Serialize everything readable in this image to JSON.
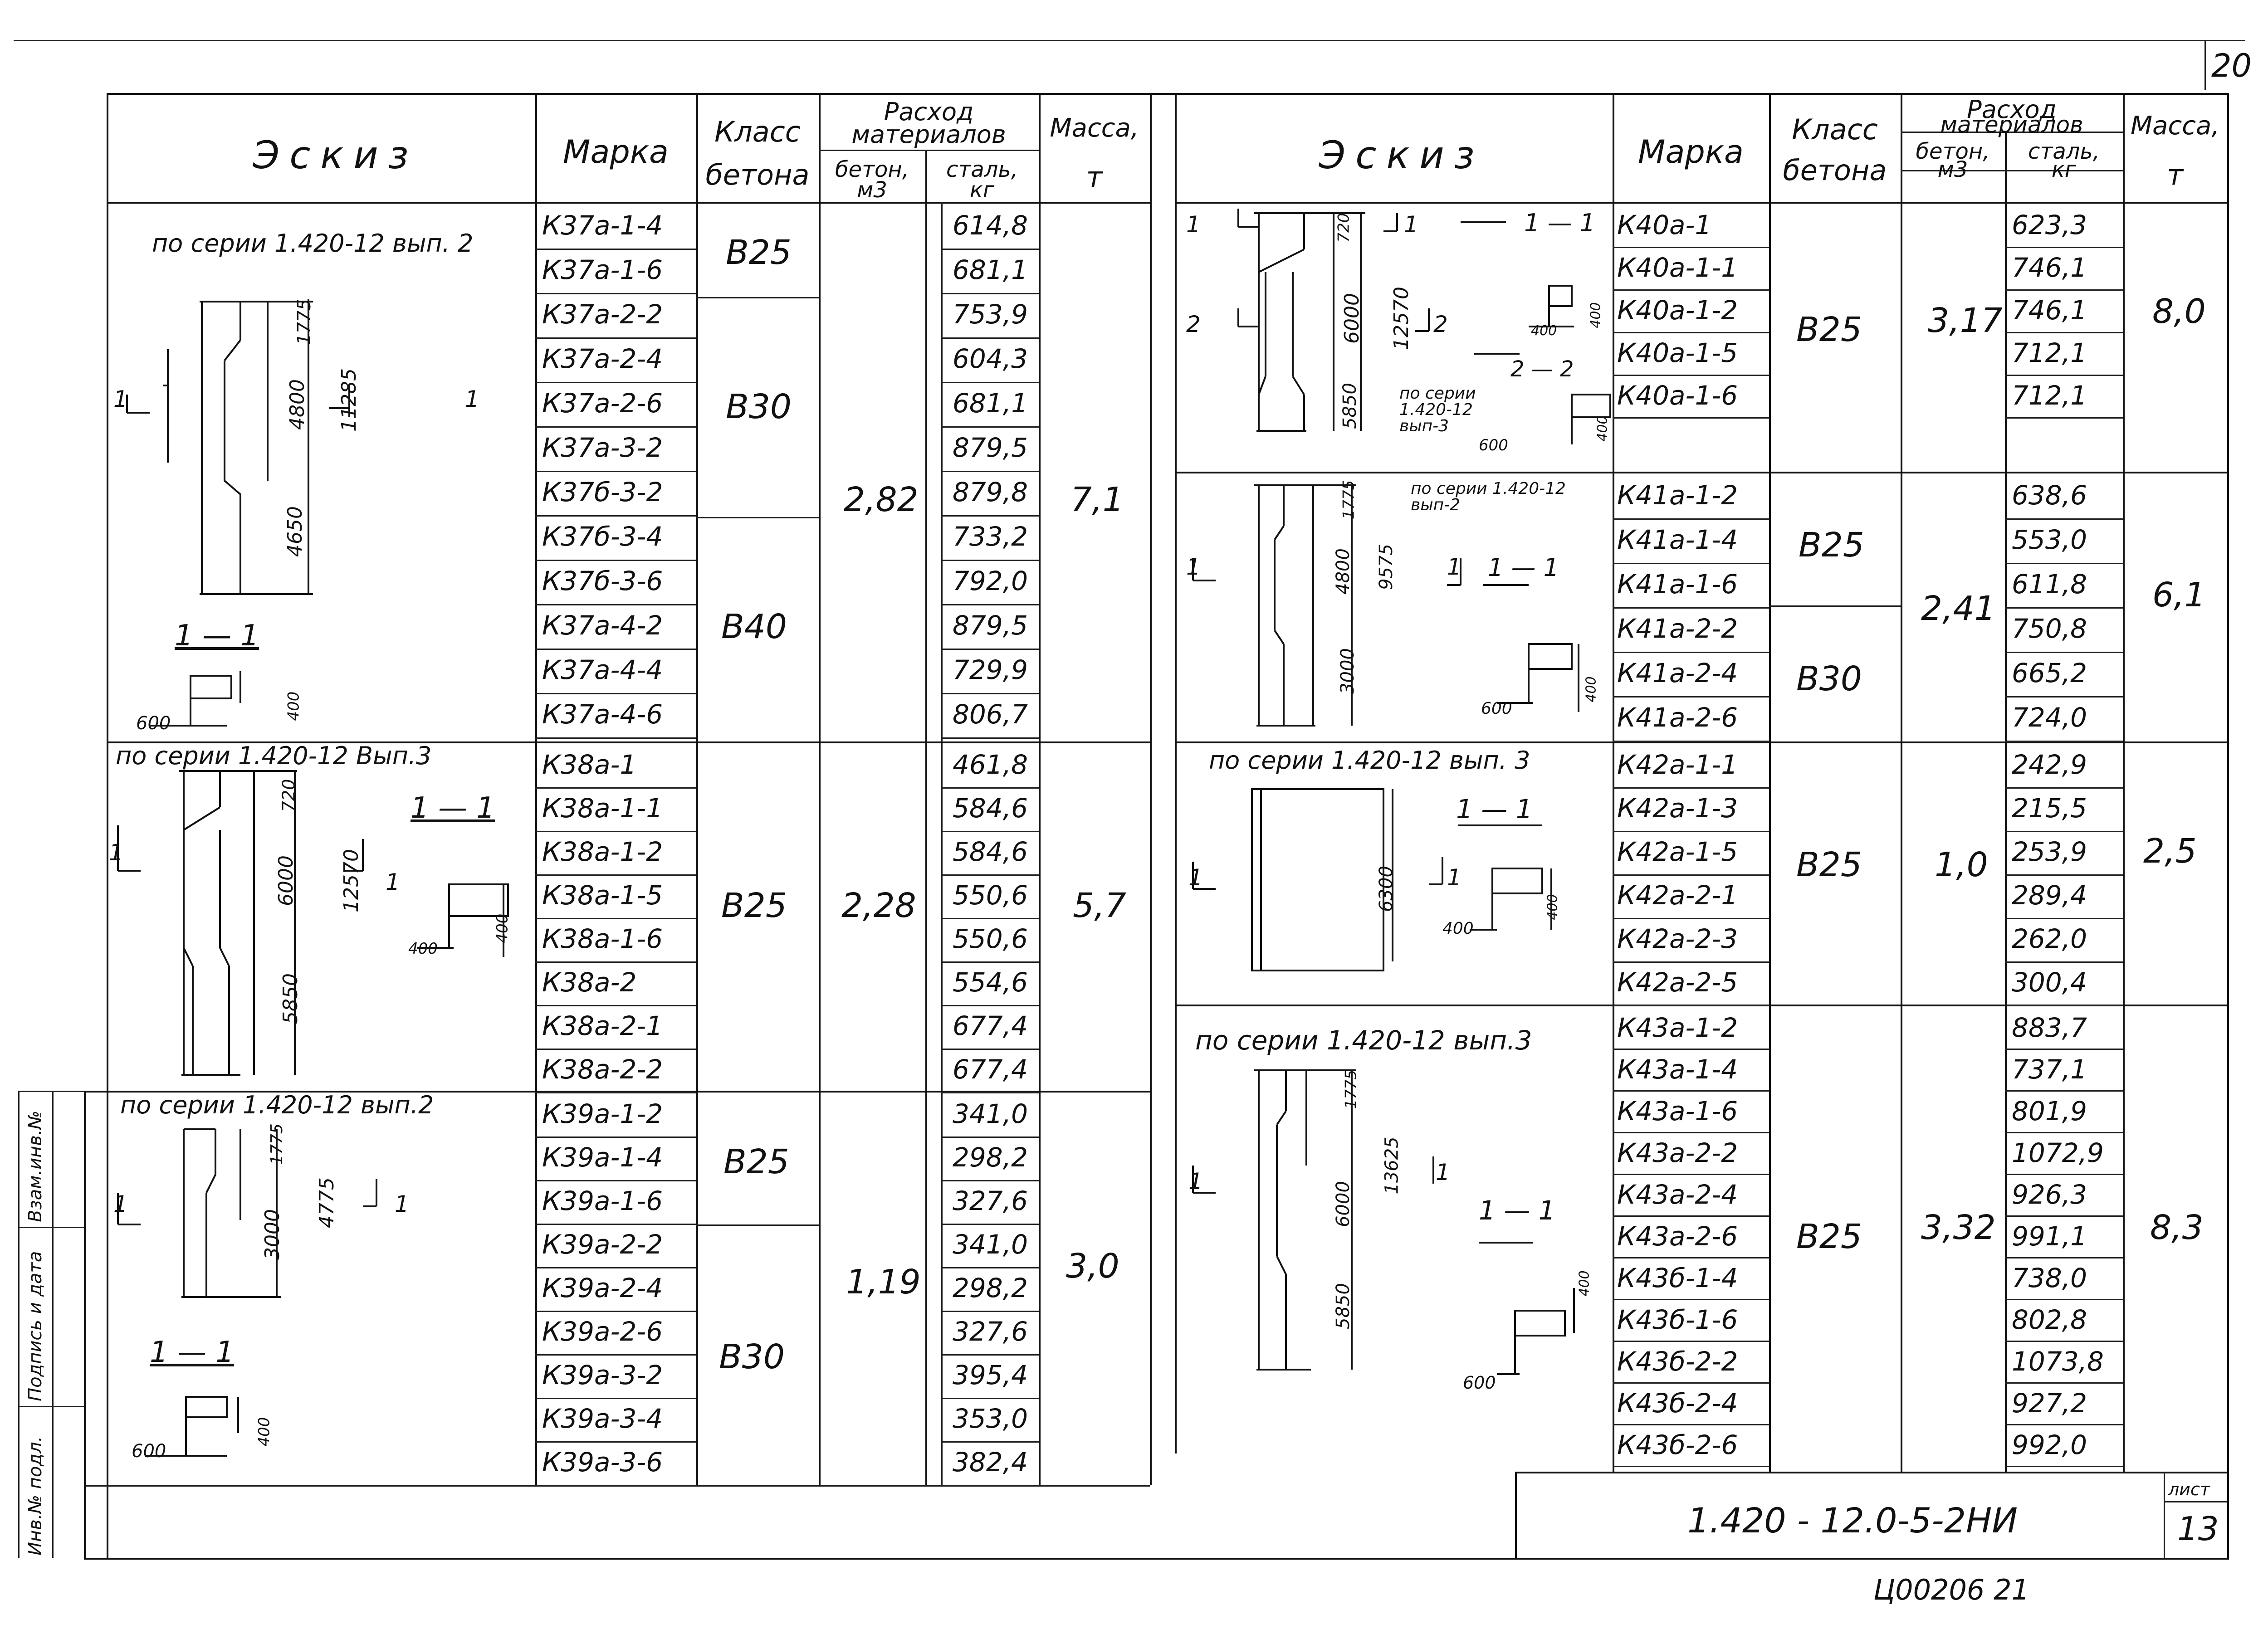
{
  "sheet": {
    "page_number": "20",
    "doc_code": "1.420 - 12.0-5-2НИ",
    "sheet_label": "лист",
    "sheet_number": "13",
    "archive_code": "Ц00206 21"
  },
  "headers": {
    "sketch": "Эскиз",
    "mark": "Марка",
    "concrete_class_1": "Класс",
    "concrete_class_2": "бетона",
    "consumption_1": "Расход",
    "consumption_2": "материалов",
    "concrete_1": "бетон,",
    "concrete_unit": "м3",
    "steel_1": "сталь,",
    "steel_unit": "кг",
    "mass_1": "Масса,",
    "mass_unit": "т"
  },
  "left_groups": [
    {
      "series_note": "по серии 1.420-12 вып. 2",
      "dims": [
        "1775",
        "4800",
        "11285",
        "4650"
      ],
      "section_label": "1 — 1",
      "section_dims": [
        "600",
        "400"
      ],
      "concrete_volume": "2,82",
      "mass": "7,1",
      "rows": [
        {
          "mark": "К37а-1-4",
          "steel": "614,8"
        },
        {
          "mark": "К37а-1-6",
          "steel": "681,1"
        },
        {
          "mark": "К37а-2-2",
          "steel": "753,9"
        },
        {
          "mark": "К37а-2-4",
          "steel": "604,3"
        },
        {
          "mark": "К37а-2-6",
          "steel": "681,1"
        },
        {
          "mark": "К37а-3-2",
          "steel": "879,5"
        },
        {
          "mark": "К37б-3-2",
          "steel": "879,8"
        },
        {
          "mark": "К37б-3-4",
          "steel": "733,2"
        },
        {
          "mark": "К37б-3-6",
          "steel": "792,0"
        },
        {
          "mark": "К37а-4-2",
          "steel": "879,5"
        },
        {
          "mark": "К37а-4-4",
          "steel": "729,9"
        },
        {
          "mark": "К37а-4-6",
          "steel": "806,7"
        }
      ],
      "classes": [
        "В25",
        "В30",
        "В40"
      ]
    },
    {
      "series_note": "по серии 1.420-12 Вып.3",
      "dims": [
        "720",
        "6000",
        "12570",
        "5850"
      ],
      "section_label": "1 — 1",
      "section_dims": [
        "400",
        "400"
      ],
      "concrete_volume": "2,28",
      "mass": "5,7",
      "rows": [
        {
          "mark": "К38а-1",
          "steel": "461,8"
        },
        {
          "mark": "К38а-1-1",
          "steel": "584,6"
        },
        {
          "mark": "К38а-1-2",
          "steel": "584,6"
        },
        {
          "mark": "К38а-1-5",
          "steel": "550,6"
        },
        {
          "mark": "К38а-1-6",
          "steel": "550,6"
        },
        {
          "mark": "К38а-2",
          "steel": "554,6"
        },
        {
          "mark": "К38а-2-1",
          "steel": "677,4"
        },
        {
          "mark": "К38а-2-2",
          "steel": "677,4"
        }
      ],
      "classes": [
        "В25"
      ]
    },
    {
      "series_note": "по серии 1.420-12 вып.2",
      "dims": [
        "1775",
        "3000",
        "4775"
      ],
      "section_label": "1 — 1",
      "section_dims": [
        "600",
        "400"
      ],
      "concrete_volume": "1,19",
      "mass": "3,0",
      "rows": [
        {
          "mark": "К39а-1-2",
          "steel": "341,0"
        },
        {
          "mark": "К39а-1-4",
          "steel": "298,2"
        },
        {
          "mark": "К39а-1-6",
          "steel": "327,6"
        },
        {
          "mark": "К39а-2-2",
          "steel": "341,0"
        },
        {
          "mark": "К39а-2-4",
          "steel": "298,2"
        },
        {
          "mark": "К39а-2-6",
          "steel": "327,6"
        },
        {
          "mark": "К39а-3-2",
          "steel": "395,4"
        },
        {
          "mark": "К39а-3-4",
          "steel": "353,0"
        },
        {
          "mark": "К39а-3-6",
          "steel": "382,4"
        }
      ],
      "classes": [
        "В25",
        "В30"
      ]
    }
  ],
  "right_groups": [
    {
      "series_note": "по серии 1.420-12 вып-3",
      "dims": [
        "720",
        "6000",
        "12570",
        "5850"
      ],
      "section_labels": [
        "1 — 1",
        "2 — 2"
      ],
      "section_dims": [
        "400",
        "400",
        "600",
        "400"
      ],
      "concrete_class": "В25",
      "concrete_volume": "3,17",
      "mass": "8,0",
      "rows": [
        {
          "mark": "К40а-1",
          "steel": "623,3"
        },
        {
          "mark": "К40а-1-1",
          "steel": "746,1"
        },
        {
          "mark": "К40а-1-2",
          "steel": "746,1"
        },
        {
          "mark": "К40а-1-5",
          "steel": "712,1"
        },
        {
          "mark": "К40а-1-6",
          "steel": "712,1"
        }
      ]
    },
    {
      "series_note": "по серии 1.420-12 вып-2",
      "dims": [
        "1775",
        "4800",
        "9575",
        "3000"
      ],
      "section_label": "1 — 1",
      "section_dims": [
        "600",
        "400"
      ],
      "concrete_volume": "2,41",
      "mass": "6,1",
      "rows": [
        {
          "mark": "К41а-1-2",
          "steel": "638,6"
        },
        {
          "mark": "К41а-1-4",
          "steel": "553,0"
        },
        {
          "mark": "К41а-1-6",
          "steel": "611,8"
        },
        {
          "mark": "К41а-2-2",
          "steel": "750,8"
        },
        {
          "mark": "К41а-2-4",
          "steel": "665,2"
        },
        {
          "mark": "К41а-2-6",
          "steel": "724,0"
        }
      ],
      "classes": [
        "В25",
        "В30"
      ]
    },
    {
      "series_note": "по серии 1.420-12 вып. 3",
      "dims": [
        "6300"
      ],
      "section_label": "1 — 1",
      "section_dims": [
        "400",
        "400"
      ],
      "concrete_class": "В25",
      "concrete_volume": "1,0",
      "mass": "2,5",
      "rows": [
        {
          "mark": "К42а-1-1",
          "steel": "242,9"
        },
        {
          "mark": "К42а-1-3",
          "steel": "215,5"
        },
        {
          "mark": "К42а-1-5",
          "steel": "253,9"
        },
        {
          "mark": "К42а-2-1",
          "steel": "289,4"
        },
        {
          "mark": "К42а-2-3",
          "steel": "262,0"
        },
        {
          "mark": "К42а-2-5",
          "steel": "300,4"
        }
      ]
    },
    {
      "series_note": "по серии 1.420-12 вып.3",
      "dims": [
        "1775",
        "6000",
        "13625",
        "5850"
      ],
      "section_label": "1 — 1",
      "section_dims": [
        "600",
        "400"
      ],
      "concrete_class": "В25",
      "concrete_volume": "3,32",
      "mass": "8,3",
      "rows": [
        {
          "mark": "К43а-1-2",
          "steel": "883,7"
        },
        {
          "mark": "К43а-1-4",
          "steel": "737,1"
        },
        {
          "mark": "К43а-1-6",
          "steel": "801,9"
        },
        {
          "mark": "К43а-2-2",
          "steel": "1072,9"
        },
        {
          "mark": "К43а-2-4",
          "steel": "926,3"
        },
        {
          "mark": "К43а-2-6",
          "steel": "991,1"
        },
        {
          "mark": "К43б-1-4",
          "steel": "738,0"
        },
        {
          "mark": "К43б-1-6",
          "steel": "802,8"
        },
        {
          "mark": "К43б-2-2",
          "steel": "1073,8"
        },
        {
          "mark": "К43б-2-4",
          "steel": "927,2"
        },
        {
          "mark": "К43б-2-6",
          "steel": "992,0"
        }
      ]
    }
  ],
  "side_stamp": [
    "Инв.№ подл.",
    "Подпись и дата",
    "Взам.инв.№"
  ]
}
